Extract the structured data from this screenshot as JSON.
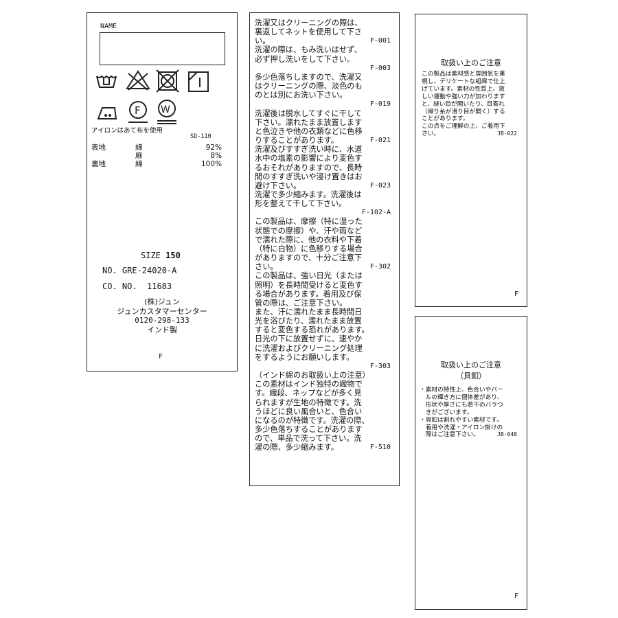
{
  "label1": {
    "name_label": "NAME",
    "icons": [
      "hand-wash-icon",
      "no-bleach-icon",
      "no-tumble-dry-icon",
      "line-dry-shade-icon",
      "iron-low-icon",
      "dry-clean-f-icon",
      "wet-clean-w-icon"
    ],
    "iron_note": "アイロンはあて布を使用",
    "code": "SD-110",
    "materials": [
      {
        "part": "表地",
        "fiber": "綿",
        "pct": "92%"
      },
      {
        "part": "",
        "fiber": "麻",
        "pct": "8%"
      },
      {
        "part": "裏地",
        "fiber": "綿",
        "pct": "100%"
      }
    ],
    "size_label": "SIZE",
    "size_value": "150",
    "no": "NO. GRE-24020-A",
    "co_no": "CO. NO.  11683",
    "company": "(株)ジュン",
    "center": "ジュンカスタマーセンター",
    "phone": "0120-298-133",
    "origin": "インド製",
    "mark": "F"
  },
  "label2": {
    "lines": [
      {
        "t": "洗濯又はクリーニングの際は、",
        "c": ""
      },
      {
        "t": "裏返してネットを使用して下さ",
        "c": ""
      },
      {
        "t": "い。",
        "c": "F-001"
      },
      {
        "t": "洗濯の際は、もみ洗いはせず、",
        "c": ""
      },
      {
        "t": "必ず押し洗いをして下さい。",
        "c": ""
      },
      {
        "t": "",
        "c": "F-003"
      },
      {
        "t": "多少色落ちしますので、洗濯又",
        "c": ""
      },
      {
        "t": "はクリーニングの際、淡色のも",
        "c": ""
      },
      {
        "t": "のとは別にお洗い下さい。",
        "c": ""
      },
      {
        "t": "",
        "c": "F-019"
      },
      {
        "t": "洗濯後は脱水してすぐに干して",
        "c": ""
      },
      {
        "t": "下さい。濡れたまま放置します",
        "c": ""
      },
      {
        "t": "と色泣きや他の衣類などに色移",
        "c": ""
      },
      {
        "t": "りすることがあります。",
        "c": "F-021"
      },
      {
        "t": "洗濯及びすすぎ洗い時に、水道",
        "c": ""
      },
      {
        "t": "水中の塩素の影響により変色す",
        "c": ""
      },
      {
        "t": "るおそれがありますので、長時",
        "c": ""
      },
      {
        "t": "間のすすぎ洗いや浸け置きはお",
        "c": ""
      },
      {
        "t": "避け下さい。",
        "c": "F-023"
      },
      {
        "t": "洗濯で多少縮みます。洗濯後は",
        "c": ""
      },
      {
        "t": "形を整えて干して下さい。",
        "c": ""
      },
      {
        "t": "",
        "c": "F-102-A"
      },
      {
        "t": "この製品は、摩擦（特に湿った",
        "c": ""
      },
      {
        "t": "状態での摩擦）や、汗や雨など",
        "c": ""
      },
      {
        "t": "で濡れた際に、他の衣料や下着",
        "c": ""
      },
      {
        "t": "（特に白物）に色移りする場合",
        "c": ""
      },
      {
        "t": "がありますので、十分ご注意下",
        "c": ""
      },
      {
        "t": "さい。",
        "c": "F-302"
      },
      {
        "t": "この製品は、強い日光（または",
        "c": ""
      },
      {
        "t": "照明）を長時間受けると変色す",
        "c": ""
      },
      {
        "t": "る場合があります。着用及び保",
        "c": ""
      },
      {
        "t": "管の際は、ご注意下さい。",
        "c": ""
      },
      {
        "t": "また、汗に濡れたまま長時間日",
        "c": ""
      },
      {
        "t": "光を浴びたり、濡れたまま放置",
        "c": ""
      },
      {
        "t": "すると変色する恐れがあります。",
        "c": ""
      },
      {
        "t": "日光の下に放置せずに、速やか",
        "c": ""
      },
      {
        "t": "に洗濯およびクリーニング処理",
        "c": ""
      },
      {
        "t": "をするようにお願いします。",
        "c": ""
      },
      {
        "t": "",
        "c": "F-303"
      },
      {
        "t": "（インド綿のお取扱い上の注意）",
        "c": ""
      },
      {
        "t": "この素材はインド独特の織物で",
        "c": ""
      },
      {
        "t": "す。織段、ネップなどが多く見",
        "c": ""
      },
      {
        "t": "られますが生地の特徴です。洗",
        "c": ""
      },
      {
        "t": "うほどに良い風合いと、色合い",
        "c": ""
      },
      {
        "t": "になるのが特徴です。洗濯の際、",
        "c": ""
      },
      {
        "t": "多少色落ちすることがあります",
        "c": ""
      },
      {
        "t": "ので、単品で洗って下さい。洗",
        "c": ""
      },
      {
        "t": "濯の際、多少縮みます。",
        "c": "F-510"
      }
    ]
  },
  "label3": {
    "title": "取扱い上のご注意",
    "lines": [
      {
        "t": "この製品は素材感と雰囲気を重",
        "c": ""
      },
      {
        "t": "視し、デリケートな組織で仕上",
        "c": ""
      },
      {
        "t": "げています。素材の性質上、激",
        "c": ""
      },
      {
        "t": "しい運動や強い力が加わります",
        "c": ""
      },
      {
        "t": "と、縫い目が開いたり、目寄れ",
        "c": ""
      },
      {
        "t": "（織り糸が滑り目が開く）する",
        "c": ""
      },
      {
        "t": "ことがあります。",
        "c": ""
      },
      {
        "t": "この点をご理解の上、ご着用下",
        "c": ""
      },
      {
        "t": "さい。",
        "c": "JB-022"
      }
    ],
    "mark": "F"
  },
  "label4": {
    "title": "取扱い上のご注意",
    "subtitle": "（貝釦）",
    "lines": [
      {
        "t": "・素材の特性上、色合いやパー",
        "c": ""
      },
      {
        "t": "　ルの輝き方に個体差があり、",
        "c": ""
      },
      {
        "t": "　形状や厚さにも若干のバラつ",
        "c": ""
      },
      {
        "t": "　きがございます。",
        "c": ""
      },
      {
        "t": "・貝釦は割れやすい素材です。",
        "c": ""
      },
      {
        "t": "　着用や洗濯・アイロン掛けの",
        "c": ""
      },
      {
        "t": "　際はご注意下さい。",
        "c": "JB-048"
      }
    ],
    "mark": "F"
  }
}
